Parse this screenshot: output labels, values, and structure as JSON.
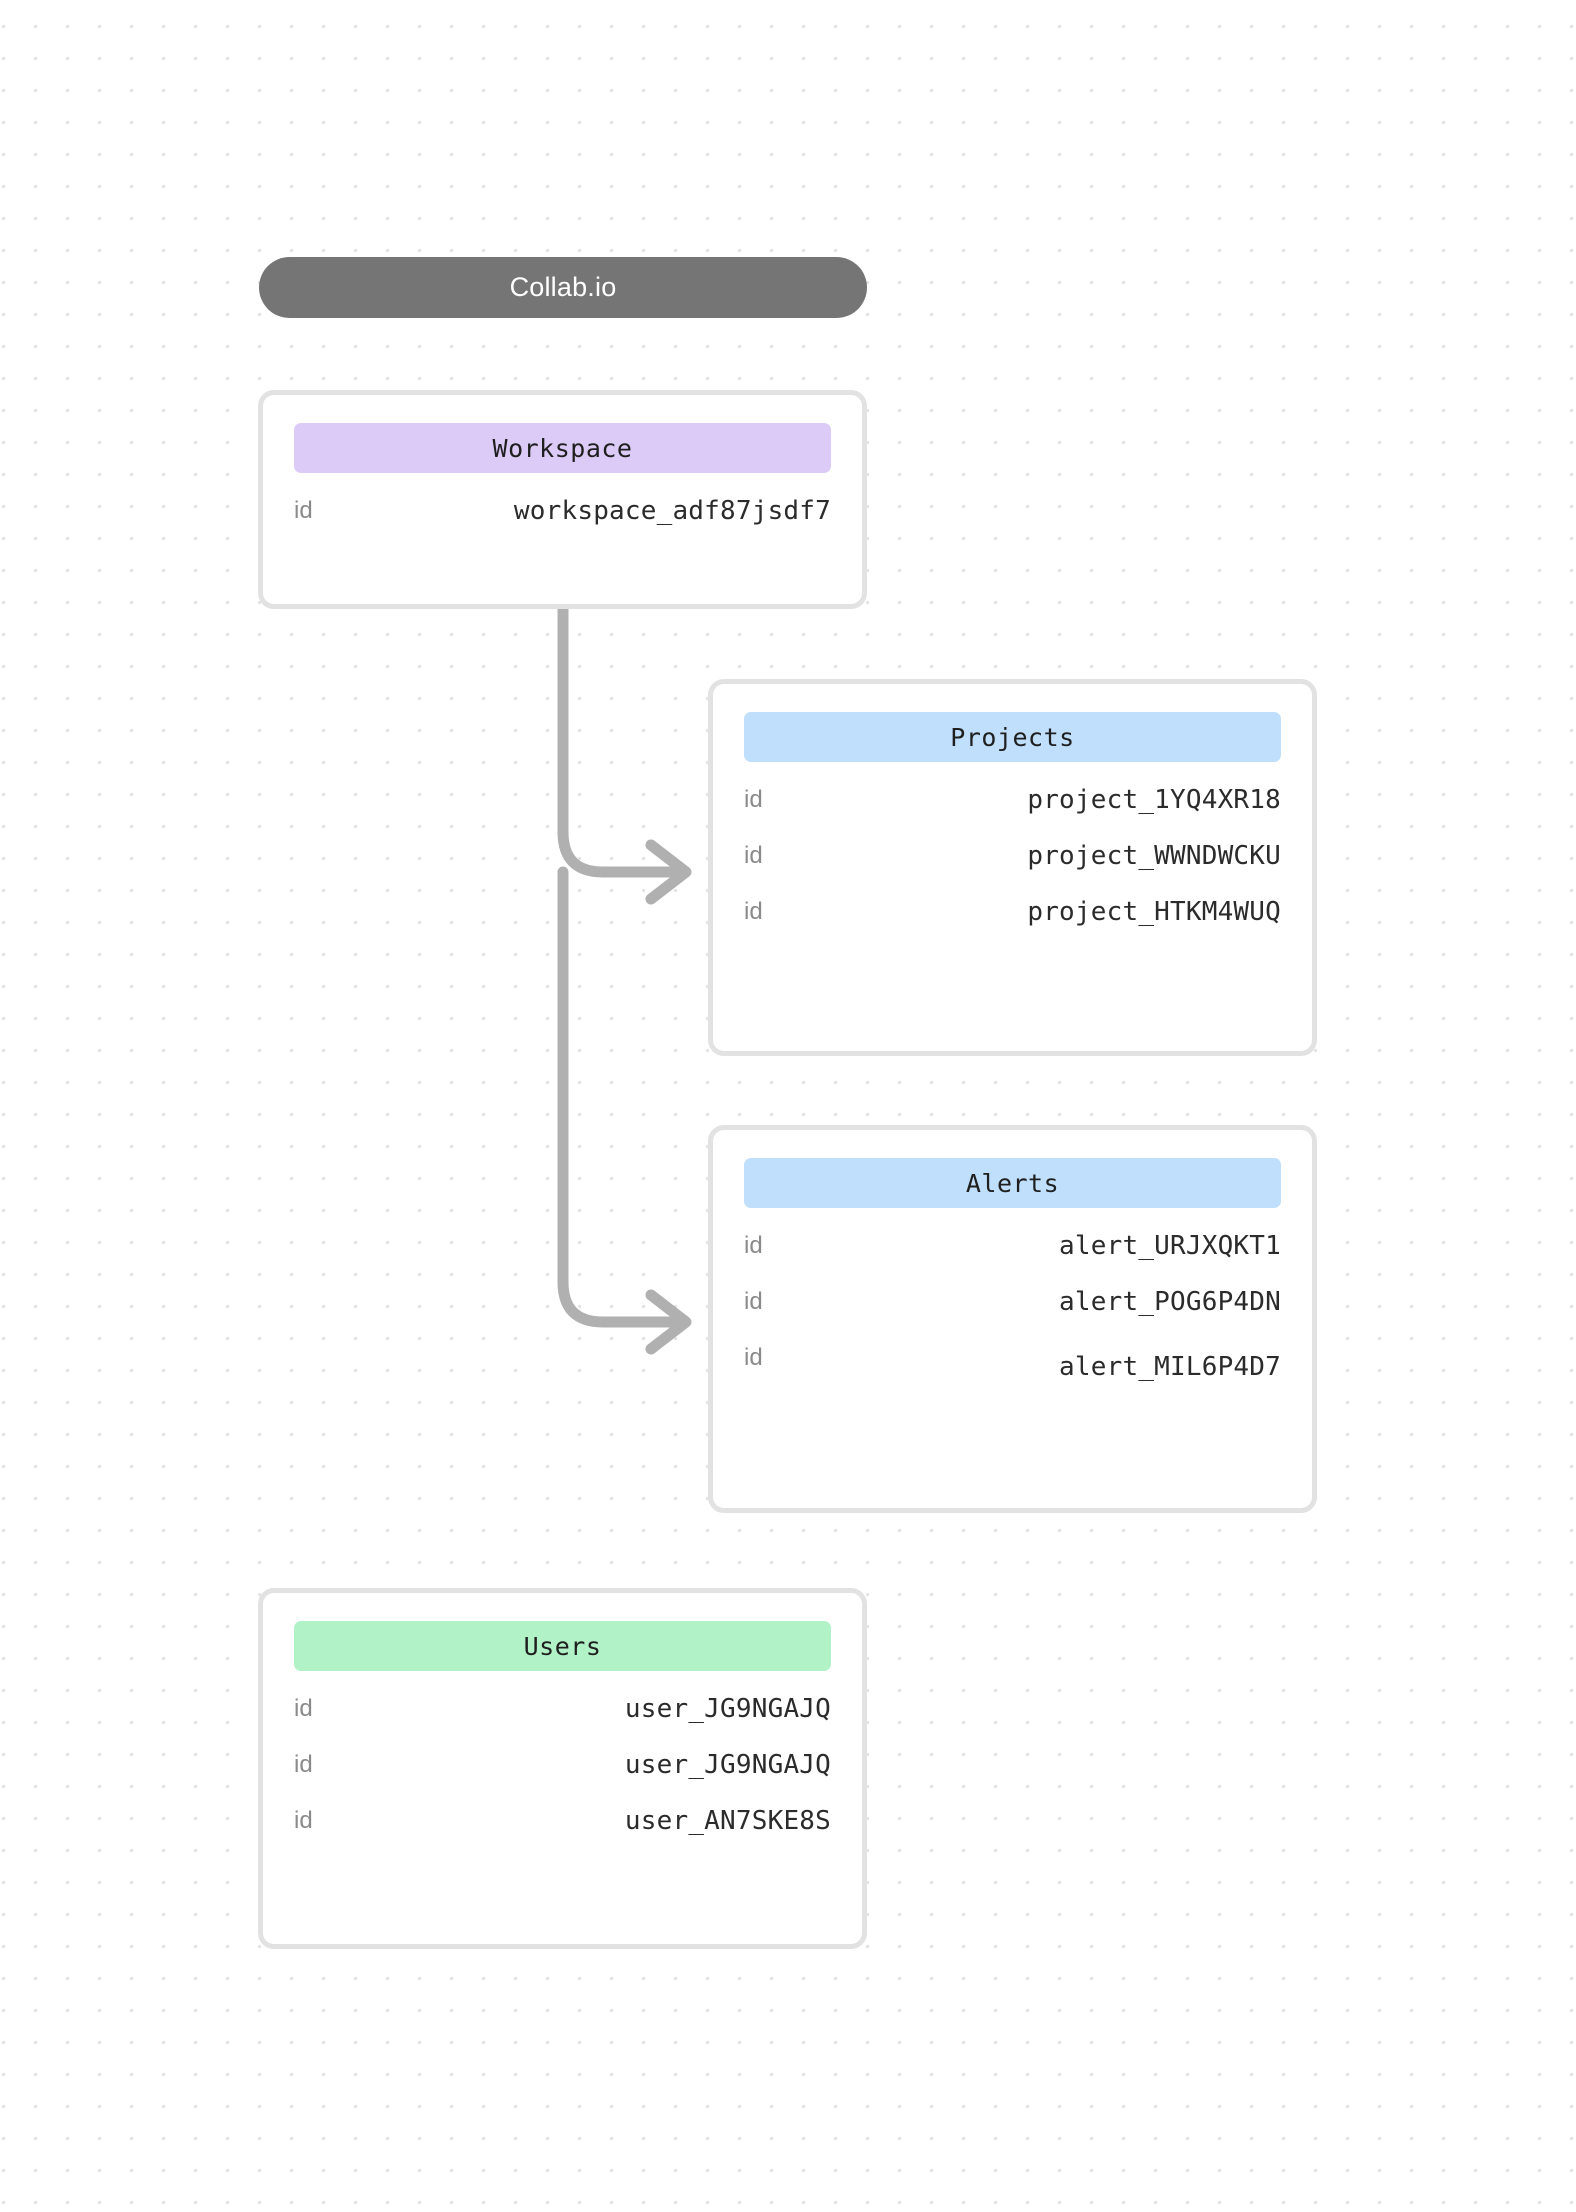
{
  "title": {
    "label": "Collab.io"
  },
  "colors": {
    "pill": "#757575",
    "card_border": "#e2e2e2",
    "chip_workspace": "#ddcbf7",
    "chip_projects": "#bfdffc",
    "chip_alerts": "#bfdffc",
    "chip_users": "#b1f2c7",
    "edge": "#b0b0b0",
    "key_text": "#8a8a8a",
    "value_text": "#2b2b2b",
    "grid_dot": "#e3e3e3"
  },
  "nodes": [
    {
      "id": "workspace",
      "title": "Workspace",
      "rows": [
        {
          "key": "id",
          "value": "workspace_adf87jsdf7"
        }
      ]
    },
    {
      "id": "projects",
      "title": "Projects",
      "rows": [
        {
          "key": "id",
          "value": "project_1YQ4XR18"
        },
        {
          "key": "id",
          "value": "project_WWNDWCKU"
        },
        {
          "key": "id",
          "value": "project_HTKM4WUQ"
        }
      ]
    },
    {
      "id": "alerts",
      "title": "Alerts",
      "rows": [
        {
          "key": "id",
          "value": "alert_URJXQKT1"
        },
        {
          "key": "id",
          "value": "alert_POG6P4DN"
        },
        {
          "key": "id",
          "value": "alert_MIL6P4D7"
        }
      ]
    },
    {
      "id": "users",
      "title": "Users",
      "rows": [
        {
          "key": "id",
          "value": "user_JG9NGAJQ"
        },
        {
          "key": "id",
          "value": "user_JG9NGAJQ"
        },
        {
          "key": "id",
          "value": "user_AN7SKE8S"
        }
      ]
    }
  ],
  "edges": [
    {
      "from": "workspace",
      "to": "projects"
    },
    {
      "from": "workspace",
      "to": "alerts"
    }
  ]
}
